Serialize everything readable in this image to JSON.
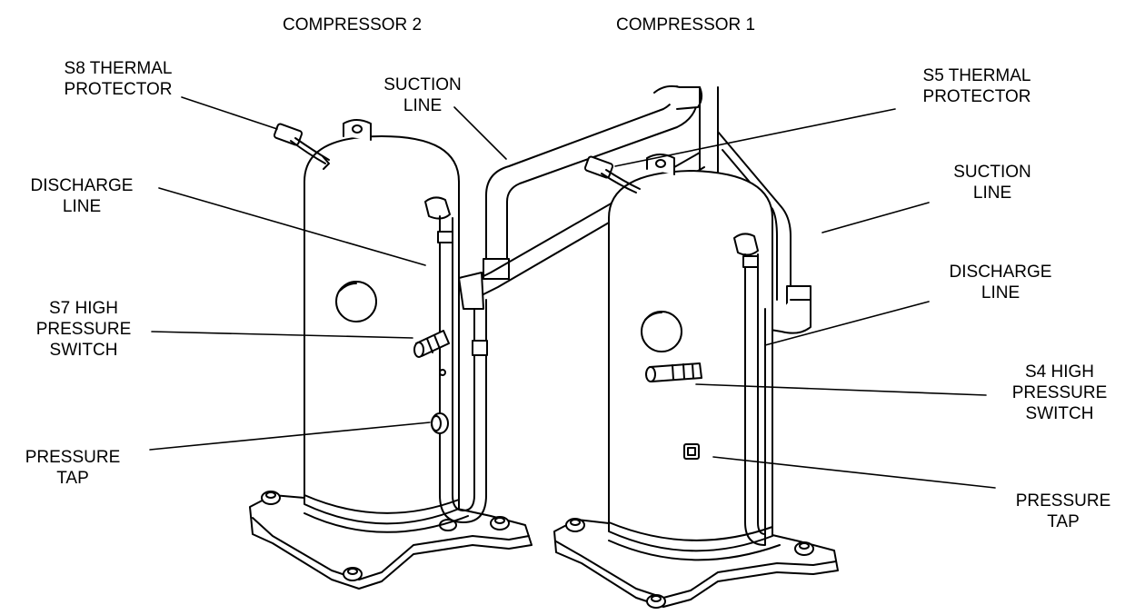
{
  "headers": {
    "compressor_2": "COMPRESSOR 2",
    "compressor_1": "COMPRESSOR 1"
  },
  "labels": {
    "s8_thermal_protector": [
      "S8 THERMAL",
      "PROTECTOR"
    ],
    "suction_line_left": [
      "SUCTION",
      "LINE"
    ],
    "s5_thermal_protector": [
      "S5 THERMAL",
      "PROTECTOR"
    ],
    "discharge_line_left": [
      "DISCHARGE",
      "LINE"
    ],
    "suction_line_right": [
      "SUCTION",
      "LINE"
    ],
    "discharge_line_right": [
      "DISCHARGE",
      "LINE"
    ],
    "s7_high_pressure_switch": [
      "S7 HIGH",
      "PRESSURE",
      "SWITCH"
    ],
    "s4_high_pressure_switch": [
      "S4 HIGH",
      "PRESSURE",
      "SWITCH"
    ],
    "pressure_tap_left": [
      "PRESSURE",
      "TAP"
    ],
    "pressure_tap_right": [
      "PRESSURE",
      "TAP"
    ]
  }
}
